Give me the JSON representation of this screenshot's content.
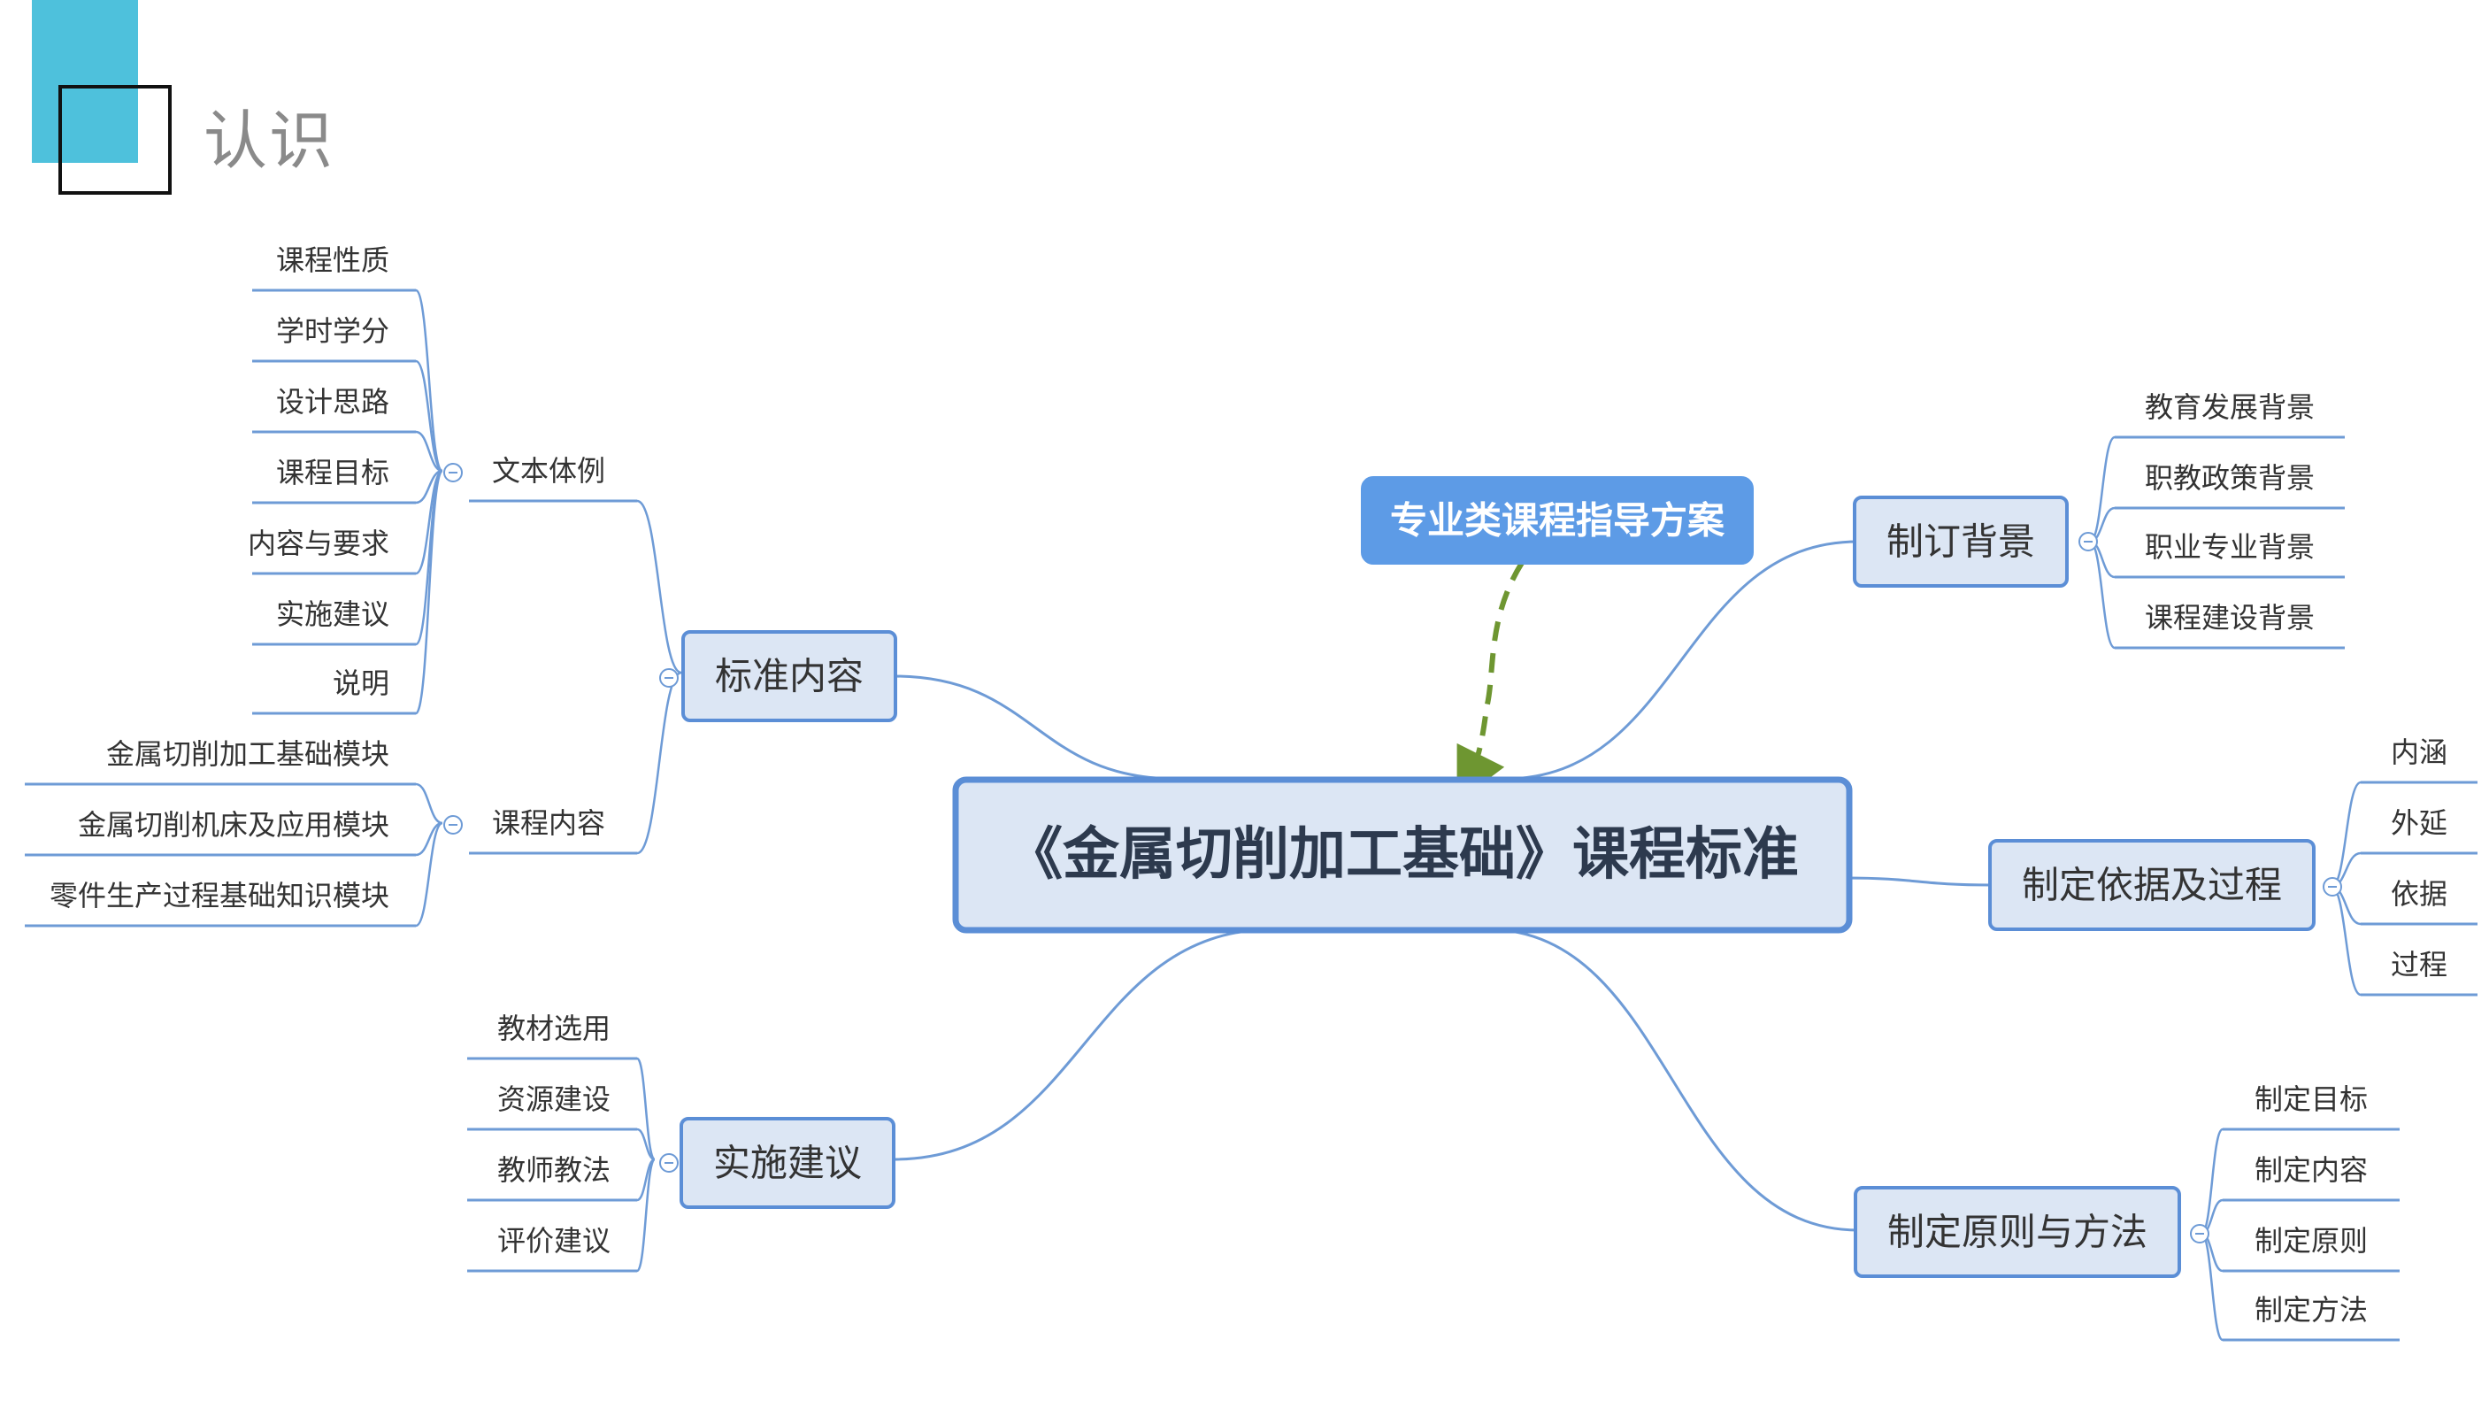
{
  "header": {
    "title": "认识"
  },
  "diagram": {
    "center": "《金属切削加工基础》课程标准",
    "callout": "专业类课程指导方案",
    "topics": {
      "standard_content": "标准内容",
      "text_style": "文本体例",
      "course_content": "课程内容",
      "implementation": "实施建议",
      "background": "制订背景",
      "basis_process": "制定依据及过程",
      "principles_methods": "制定原则与方法"
    },
    "text_style_items": [
      "课程性质",
      "学时学分",
      "设计思路",
      "课程目标",
      "内容与要求",
      "实施建议",
      "说明"
    ],
    "course_content_items": [
      "金属切削加工基础模块",
      "金属切削机床及应用模块",
      "零件生产过程基础知识模块"
    ],
    "implementation_items": [
      "教材选用",
      "资源建设",
      "教师教法",
      "评价建议"
    ],
    "background_items": [
      "教育发展背景",
      "职教政策背景",
      "职业专业背景",
      "课程建设背景"
    ],
    "basis_process_items": [
      "内涵",
      "外延",
      "依据",
      "过程"
    ],
    "principles_methods_items": [
      "制定目标",
      "制定内容",
      "制定原则",
      "制定方法"
    ],
    "colors": {
      "line": "#6e9bd6",
      "node_fill": "#dce6f4",
      "node_border": "#5b8ed6",
      "callout_fill": "#5d9be6",
      "arrow": "#6e9631",
      "text": "#333333"
    }
  }
}
